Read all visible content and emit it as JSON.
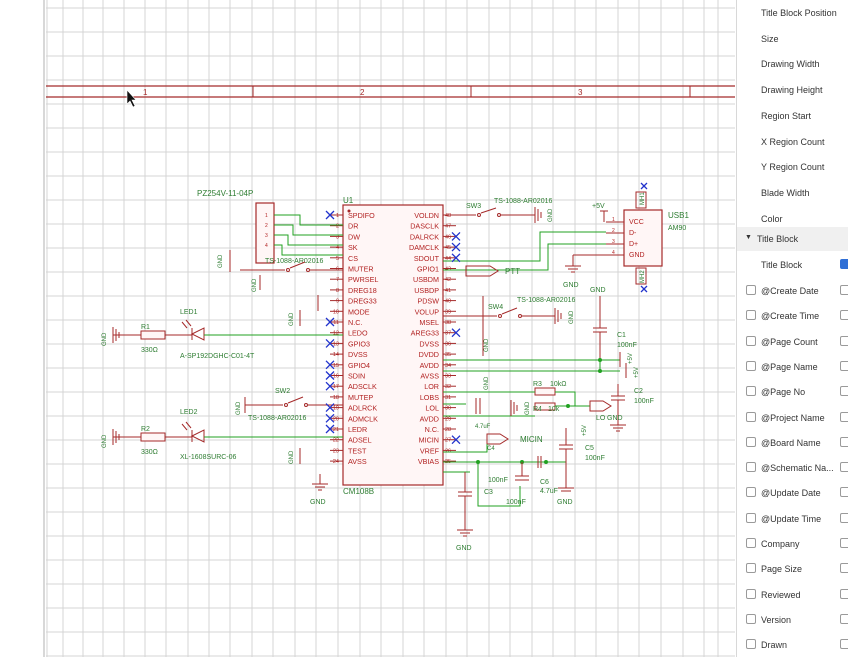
{
  "schematic": {
    "column_numbers": [
      "1",
      "2",
      "3"
    ],
    "parts": {
      "j1": "PZ254V-11-04P",
      "sw1": "TS-1088-AR02016",
      "u1": "U1",
      "u1_part": "CM108B",
      "sw3_ref": "SW3",
      "sw3": "TS-1088-AR02016",
      "sw4_ref": "SW4",
      "sw4": "TS-1088-AR02016",
      "usb1": "USB1",
      "usb1_part": "AM90",
      "ptt": "PTT",
      "led1": "LED1",
      "led1_part": "A-SP192DGHC-C01-4T",
      "led2": "LED2",
      "led2_part": "XL-1608SURC-06",
      "r1": "R1",
      "r1_val": "330Ω",
      "r2": "R2",
      "r2_val": "330Ω",
      "sw2": "SW2",
      "sw2_part": "TS-1088-AR02016",
      "r3": "R3",
      "r3_val": "10kΩ",
      "r4": "R4",
      "r4_val": "10k",
      "c1": "C1",
      "c1_val": "100nF",
      "c2": "C2",
      "c2_val": "100nF",
      "c3": "C3",
      "c3_val": "100nF",
      "c4": "C4",
      "c5": "C5",
      "c5_val": "100nF",
      "c6": "C6",
      "c6_val": "4.7uF",
      "c47": "4.7uF",
      "c100": "100nF",
      "micin": "MICIN",
      "lo": "LO",
      "mh1": "MH1",
      "mh2": "MH2",
      "v5": "+5V",
      "gnd": "GND"
    },
    "u1_left_pins": [
      "SPDIFO",
      "DR",
      "DW",
      "SK",
      "CS",
      "MUTER",
      "PWRSEL",
      "DREG18",
      "DREG33",
      "MODE",
      "N.C.",
      "LEDO",
      "GPIO3",
      "DVSS",
      "GPIO4",
      "SDIN",
      "ADSCLK",
      "MUTEP",
      "ADLRCK",
      "ADMCLK",
      "LEDR",
      "ADSEL",
      "TEST",
      "AVSS"
    ],
    "u1_left_nums": [
      "1",
      "2",
      "3",
      "4",
      "5",
      "6",
      "7",
      "8",
      "9",
      "10",
      "11",
      "12",
      "13",
      "14",
      "15",
      "16",
      "17",
      "18",
      "19",
      "20",
      "21",
      "22",
      "23",
      "24"
    ],
    "u1_right_pins": [
      "VOLDN",
      "DASCLK",
      "DALRCK",
      "DAMCLK",
      "SDOUT",
      "GPIO1",
      "USBDM",
      "USBDP",
      "PDSW",
      "VOLUP",
      "MSEL",
      "AREG33",
      "DVSS",
      "DVDD",
      "AVDD",
      "AVSS",
      "LOR",
      "LOBS",
      "LOL",
      "AVDD",
      "N.C.",
      "MICIN",
      "VREF",
      "VBIAS"
    ],
    "u1_right_nums": [
      "48",
      "47",
      "46",
      "45",
      "44",
      "43",
      "42",
      "41",
      "40",
      "39",
      "38",
      "37",
      "36",
      "35",
      "34",
      "33",
      "32",
      "31",
      "30",
      "29",
      "28",
      "27",
      "26",
      "25"
    ],
    "usb_pins": [
      "VCC",
      "D-",
      "D+",
      "GND"
    ]
  },
  "panel": {
    "rows_top": [
      "Title Block Position",
      "Size",
      "Drawing Width",
      "Drawing Height",
      "Region Start",
      "X Region Count",
      "Y Region Count",
      "Blade Width",
      "Color"
    ],
    "section_title": "Title Block",
    "title_block_row": "Title Block",
    "checkbox_rows": [
      "@Create Date",
      "@Create Time",
      "@Page Count",
      "@Page Name",
      "@Page No",
      "@Project Name",
      "@Board Name",
      "@Schematic Na...",
      "@Update Date",
      "@Update Time",
      "Company",
      "Page Size",
      "Reviewed",
      "Version",
      "Drawn"
    ]
  },
  "colors": {
    "border_red": "#a52a2a",
    "pin_text": "#b22222",
    "label_green": "#2e7d32",
    "wire_green": "#21a121",
    "checkbox_checked": "#2f6fd6"
  }
}
